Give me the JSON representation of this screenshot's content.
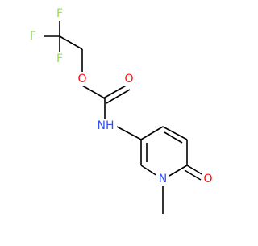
{
  "molecule": {
    "atoms": {
      "f_top": "F",
      "f_left": "F",
      "f_mid": "F",
      "o_ester": "O",
      "o_carbonyl": "O",
      "nh": "NH",
      "n_ring": "N",
      "o_ring": "O"
    },
    "colors": {
      "oxygen": "#ff0d0d",
      "nitrogen": "#3050f8",
      "fluorine": "#90e050",
      "carbon": "#000000"
    }
  }
}
